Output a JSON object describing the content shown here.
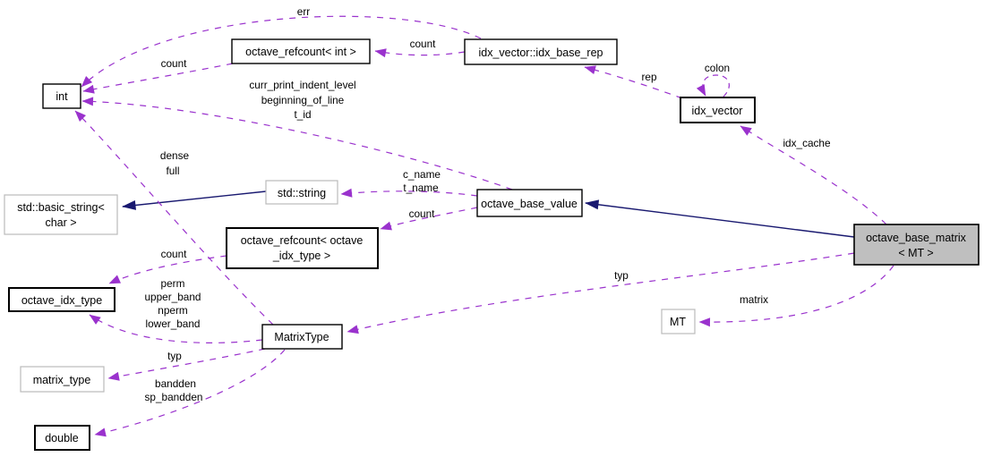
{
  "colors": {
    "dashed_edge": "#9a32cd",
    "solid_edge": "#191970",
    "node_border": "#000000",
    "undocumented_node_border": "#bababa",
    "selected_node_fill": "#bfbfbf",
    "background": "#ffffff"
  },
  "nodes": {
    "int": {
      "label": "int"
    },
    "octave_refcount_int": {
      "label": "octave_refcount< int >"
    },
    "idx_base_rep": {
      "label": "idx_vector::idx_base_rep"
    },
    "idx_vector": {
      "label": "idx_vector"
    },
    "std_basic_string": {
      "lines": [
        "std::basic_string<",
        "char >"
      ]
    },
    "std_string": {
      "label": "std::string"
    },
    "octave_refcount_idx_type": {
      "lines": [
        "octave_refcount< octave",
        "_idx_type >"
      ]
    },
    "octave_base_value": {
      "label": "octave_base_value"
    },
    "octave_base_matrix": {
      "lines": [
        "octave_base_matrix",
        "< MT >"
      ]
    },
    "octave_idx_type": {
      "label": "octave_idx_type"
    },
    "matrixtype": {
      "label": "MatrixType"
    },
    "matrix_type": {
      "label": "matrix_type"
    },
    "double": {
      "label": "double"
    },
    "mt": {
      "label": "MT"
    }
  },
  "edge_labels": {
    "err": "err",
    "count_rep_to_refcount": "count",
    "count_refcount_to_int": "count",
    "curr_print_lines": [
      "curr_print_indent_level",
      "beginning_of_line",
      "t_id"
    ],
    "rep": "rep",
    "colon": "colon",
    "idx_cache": "idx_cache",
    "dense_full_lines": [
      "dense",
      "full"
    ],
    "c_name_lines": [
      "c_name",
      "t_name"
    ],
    "count_value_to_refcount": "count",
    "count_refcount_to_idx_type": "count",
    "perm_lines": [
      "perm",
      "upper_band",
      "nperm",
      "lower_band"
    ],
    "typ_to_matrix_type": "typ",
    "typ_to_matrixtype": "typ",
    "bandden_lines": [
      "bandden",
      "sp_bandden"
    ],
    "matrix": "matrix"
  }
}
